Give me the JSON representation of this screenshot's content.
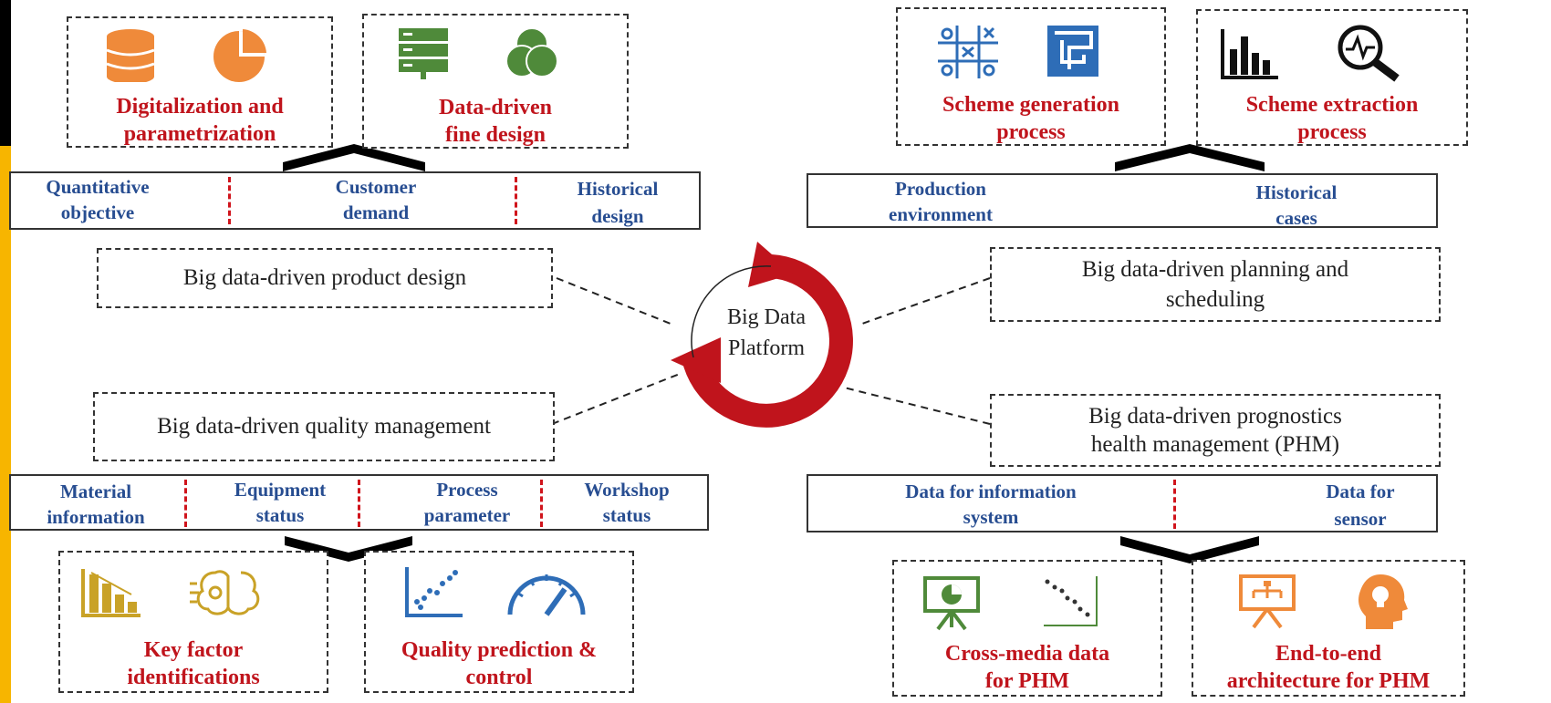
{
  "colors": {
    "accent_red": "#c0141c",
    "accent_blue": "#274d91",
    "frame_yellow": "#f7b500",
    "icon_orange": "#ef8a3a",
    "icon_green": "#4f8a3a",
    "icon_blue": "#2e6db7",
    "icon_gold": "#c9a227"
  },
  "center": {
    "line1": "Big Data",
    "line2": "Platform"
  },
  "top_left": {
    "card_a": {
      "icon1": "database-icon",
      "icon2": "pie-chart-icon",
      "line1": "Digitalization and",
      "line2": "parametrization"
    },
    "card_b": {
      "icon1": "server-icon",
      "icon2": "venn-icon",
      "line1": "Data-driven",
      "line2": "fine design"
    },
    "inputs": [
      {
        "line1": "Quantitative",
        "line2": "objective"
      },
      {
        "line1": "Customer",
        "line2": "demand"
      },
      {
        "line1": "Historical",
        "line2": "design"
      }
    ],
    "label": "Big data-driven product design"
  },
  "top_right": {
    "card_a": {
      "icon1": "tic-tac-toe-icon",
      "icon2": "maze-icon",
      "line1": "Scheme generation",
      "line2": "process"
    },
    "card_b": {
      "icon1": "bar-chart-icon",
      "icon2": "magnify-pulse-icon",
      "line1": "Scheme extraction",
      "line2": "process"
    },
    "inputs": [
      {
        "line1": "Production",
        "line2": "environment"
      },
      {
        "line1": "Historical",
        "line2": "cases"
      }
    ],
    "label_line1": "Big data-driven planning and",
    "label_line2": "scheduling"
  },
  "bottom_left": {
    "label": "Big data-driven quality management",
    "inputs": [
      {
        "line1": "Material",
        "line2": "information"
      },
      {
        "line1": "Equipment",
        "line2": "status"
      },
      {
        "line1": "Process",
        "line2": "parameter"
      },
      {
        "line1": "Workshop",
        "line2": "status"
      }
    ],
    "card_a": {
      "icon1": "declining-bar-icon",
      "icon2": "brain-gear-icon",
      "line1": "Key factor",
      "line2": "identifications"
    },
    "card_b": {
      "icon1": "scatter-icon",
      "icon2": "gauge-icon",
      "line1": "Quality prediction &",
      "line2": "control"
    }
  },
  "bottom_right": {
    "label_line1": "Big data-driven prognostics",
    "label_line2": "health management (PHM)",
    "inputs": [
      {
        "line1": "Data for information",
        "line2": "system"
      },
      {
        "line1": "Data for",
        "line2": "sensor"
      }
    ],
    "card_a": {
      "icon1": "presentation-pie-icon",
      "icon2": "scatter-trend-icon",
      "line1": "Cross-media data",
      "line2": "for PHM"
    },
    "card_b": {
      "icon1": "presentation-org-icon",
      "icon2": "head-bulb-icon",
      "line1": "End-to-end",
      "line2": "architecture for PHM"
    }
  }
}
